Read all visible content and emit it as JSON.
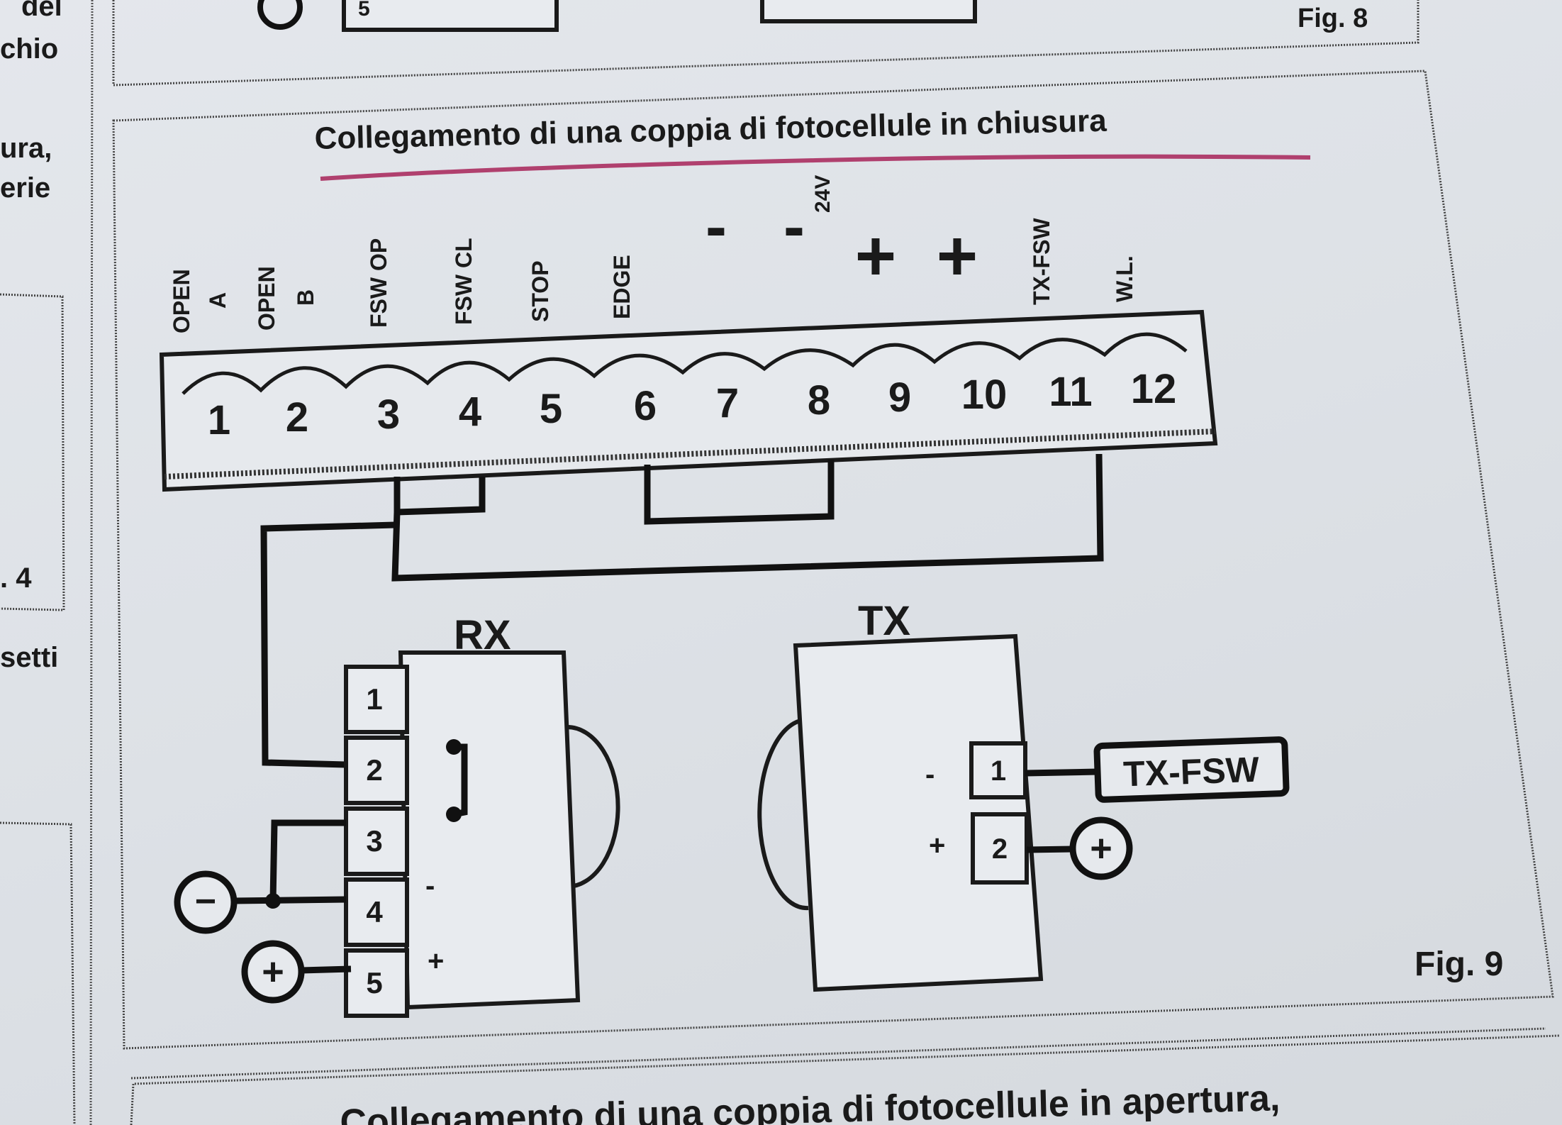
{
  "page": {
    "margin_text": [
      "del",
      "chio",
      "ura,",
      "erie",
      ". 4",
      "setti"
    ],
    "prev_figure_label": "Fig. 8",
    "prev_terminal_number": "5",
    "title": "Collegamento di una coppia di fotocellule in chiusura",
    "figure_label": "Fig. 9",
    "next_section_title": "Collegamento di una coppia di fotocellule in apertura,"
  },
  "terminal_block": {
    "terminals": [
      "1",
      "2",
      "3",
      "4",
      "5",
      "6",
      "7",
      "8",
      "9",
      "10",
      "11",
      "12"
    ],
    "labels": [
      {
        "line1": "OPEN",
        "line2": "A"
      },
      {
        "line1": "OPEN",
        "line2": "B"
      },
      {
        "line1": "FSW OP",
        "line2": ""
      },
      {
        "line1": "FSW CL",
        "line2": ""
      },
      {
        "line1": "STOP",
        "line2": ""
      },
      {
        "line1": "EDGE",
        "line2": ""
      },
      {
        "line1": "-",
        "line2": ""
      },
      {
        "line1": "-",
        "line2": "24V"
      },
      {
        "line1": "+",
        "line2": ""
      },
      {
        "line1": "+",
        "line2": ""
      },
      {
        "line1": "TX-FSW",
        "line2": ""
      },
      {
        "line1": "W.L.",
        "line2": ""
      }
    ]
  },
  "rx": {
    "label": "RX",
    "terminals": [
      "1",
      "2",
      "3",
      "4",
      "5"
    ],
    "minus_sign": "-",
    "plus_sign": "+",
    "minus_symbol": "−",
    "plus_symbol": "+"
  },
  "tx": {
    "label": "TX",
    "terminals": [
      "1",
      "2"
    ],
    "minus_sign": "-",
    "plus_sign": "+",
    "tx_fsw_label": "TX-FSW",
    "plus_symbol": "+"
  },
  "colors": {
    "underline": "#b0406e",
    "ink": "#1a1a1a",
    "paper": "#e2e5ea"
  }
}
